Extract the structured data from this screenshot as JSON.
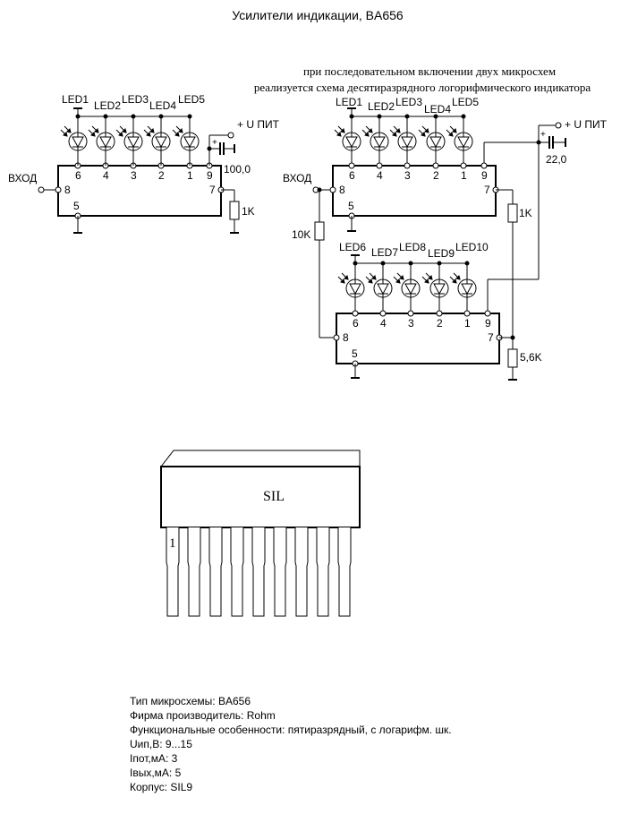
{
  "title": "Усилители индикации, BA656",
  "note": {
    "line1": "при последовательном включении двух микросхем",
    "line2": "реализуется схема десятиразрядного логорифмического индикатора"
  },
  "circuit1": {
    "input_label": "ВХОД",
    "power_label": "+ U ПИТ",
    "plus_sign": "+",
    "cap_value": "100,0",
    "resistor": "1K",
    "leds": [
      "LED1",
      "LED2",
      "LED3",
      "LED4",
      "LED5"
    ],
    "top_pins": [
      "6",
      "4",
      "3",
      "2",
      "1",
      "9"
    ],
    "pin_in": "8",
    "pin_out": "7",
    "pin_gnd": "5"
  },
  "circuit2": {
    "input_label": "ВХОД",
    "power_label": "+ U ПИТ",
    "plus_sign": "+",
    "cap_value": "22,0",
    "resistor_upper": "1K",
    "resistor_input": "10K",
    "resistor_lower": "5,6K",
    "leds_upper": [
      "LED1",
      "LED2",
      "LED3",
      "LED4",
      "LED5"
    ],
    "leds_lower": [
      "LED6",
      "LED7",
      "LED8",
      "LED9",
      "LED10"
    ],
    "top_pins": [
      "6",
      "4",
      "3",
      "2",
      "1",
      "9"
    ],
    "pin_in": "8",
    "pin_out": "7",
    "pin_gnd": "5"
  },
  "package": {
    "label": "SIL",
    "pin1_label": "1",
    "pin_count": 9
  },
  "specs": [
    "Тип микросхемы: BA656",
    "Фирма производитель: Rohm",
    "Функциональные особенности: пятиразрядный, с логарифм. шк.",
    "Uип,В: 9...15",
    "Iпот,мА: 3",
    "Iвых,мА: 5",
    "Корпус: SIL9"
  ]
}
